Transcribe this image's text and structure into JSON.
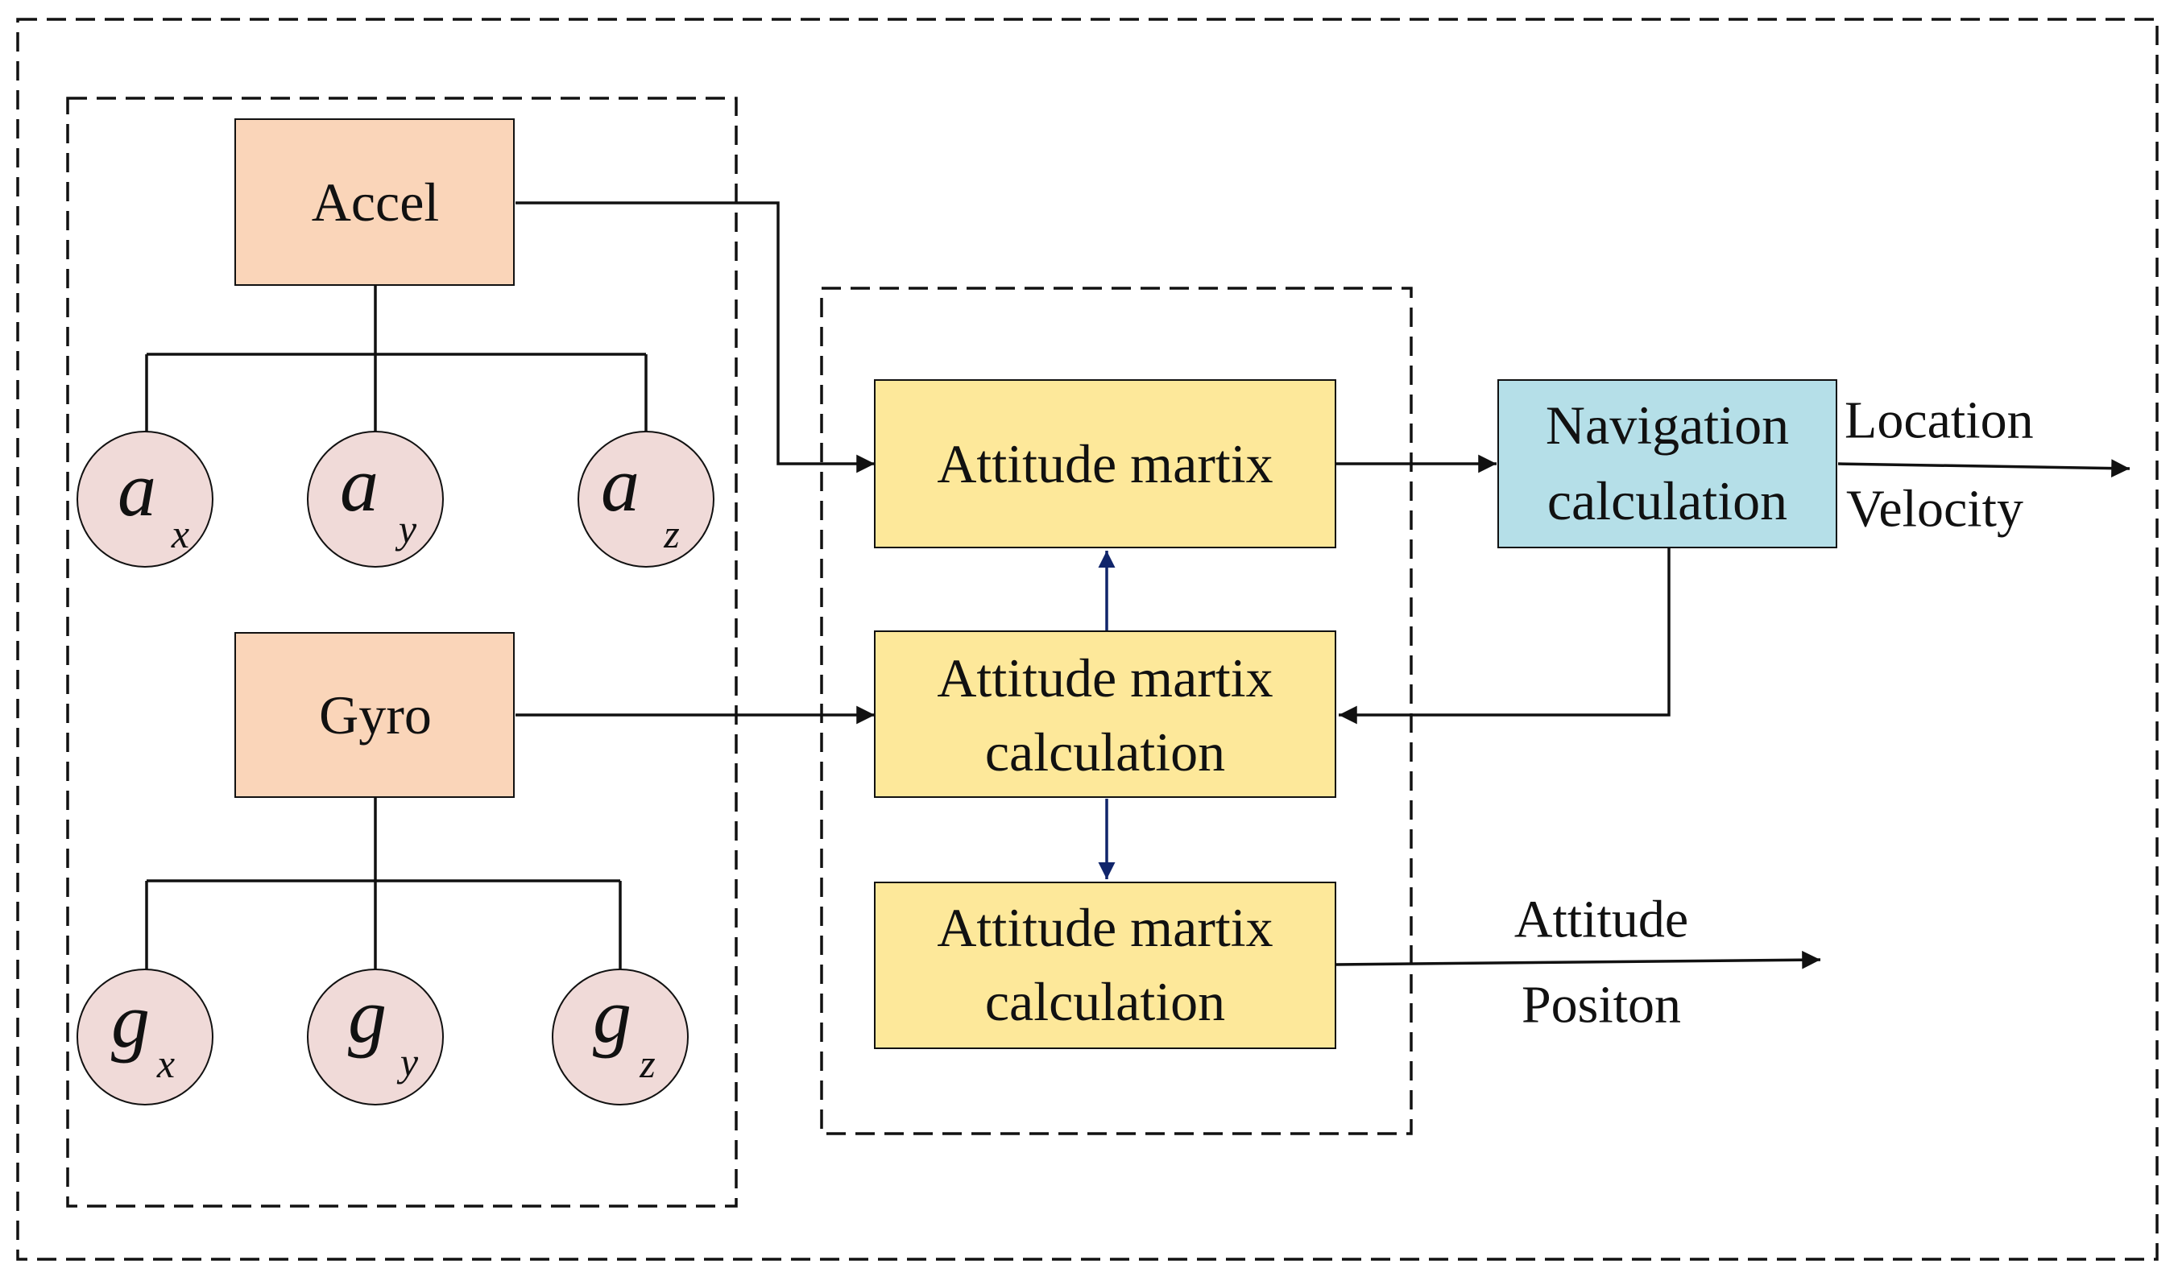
{
  "colors": {
    "sensor_box": "#fad5b9",
    "attitude_box": "#fde89a",
    "navigation_box": "#b5dfe8",
    "component_circle": "#f0dad8",
    "line": "#111111",
    "blue_arrow": "#10256b"
  },
  "sensors": {
    "accel": {
      "label": "Accel",
      "components": [
        {
          "main": "a",
          "sub": "x"
        },
        {
          "main": "a",
          "sub": "y"
        },
        {
          "main": "a",
          "sub": "z"
        }
      ]
    },
    "gyro": {
      "label": "Gyro",
      "components": [
        {
          "main": "g",
          "sub": "x"
        },
        {
          "main": "g",
          "sub": "y"
        },
        {
          "main": "g",
          "sub": "z"
        }
      ]
    }
  },
  "attitude": {
    "matrix_label": "Attitude martix",
    "calc_1": {
      "line1": "Attitude martix",
      "line2": "calculation"
    },
    "calc_2": {
      "line1": "Attitude martix",
      "line2": "calculation"
    }
  },
  "navigation": {
    "line1": "Navigation",
    "line2": "calculation"
  },
  "outputs": {
    "navigation": {
      "line1": "Location",
      "line2": "Velocity"
    },
    "attitude": {
      "line1": "Attitude",
      "line2": "Positon"
    }
  }
}
